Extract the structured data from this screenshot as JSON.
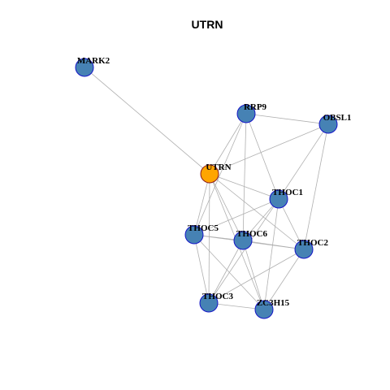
{
  "title": "UTRN",
  "colors": {
    "hub_fill": "#FFA500",
    "hub_stroke": "#8B1A1A",
    "node_fill": "#4682B4",
    "node_stroke": "#1515C8",
    "edge": "#B0B0B0"
  },
  "nodes": [
    {
      "id": "MARK2",
      "label": "MARK2",
      "hub": false
    },
    {
      "id": "RRP9",
      "label": "RRP9",
      "hub": false
    },
    {
      "id": "OBSL1",
      "label": "OBSL1",
      "hub": false
    },
    {
      "id": "UTRN",
      "label": "UTRN",
      "hub": true
    },
    {
      "id": "THOC1",
      "label": "THOC1",
      "hub": false
    },
    {
      "id": "THOC5",
      "label": "THOC5",
      "hub": false
    },
    {
      "id": "THOC6",
      "label": "THOC6",
      "hub": false
    },
    {
      "id": "THOC2",
      "label": "THOC2",
      "hub": false
    },
    {
      "id": "THOC3",
      "label": "THOC3",
      "hub": false
    },
    {
      "id": "ZC3H15",
      "label": "ZC3H15",
      "hub": false
    }
  ],
  "edges": [
    [
      "MARK2",
      "UTRN"
    ],
    [
      "UTRN",
      "RRP9"
    ],
    [
      "UTRN",
      "OBSL1"
    ],
    [
      "UTRN",
      "THOC1"
    ],
    [
      "UTRN",
      "THOC5"
    ],
    [
      "UTRN",
      "THOC6"
    ],
    [
      "UTRN",
      "THOC2"
    ],
    [
      "UTRN",
      "THOC3"
    ],
    [
      "UTRN",
      "ZC3H15"
    ],
    [
      "RRP9",
      "OBSL1"
    ],
    [
      "RRP9",
      "THOC1"
    ],
    [
      "RRP9",
      "THOC5"
    ],
    [
      "RRP9",
      "THOC6"
    ],
    [
      "OBSL1",
      "THOC1"
    ],
    [
      "OBSL1",
      "THOC2"
    ],
    [
      "THOC1",
      "THOC5"
    ],
    [
      "THOC1",
      "THOC6"
    ],
    [
      "THOC1",
      "THOC2"
    ],
    [
      "THOC1",
      "THOC3"
    ],
    [
      "THOC1",
      "ZC3H15"
    ],
    [
      "THOC5",
      "THOC6"
    ],
    [
      "THOC5",
      "THOC2"
    ],
    [
      "THOC5",
      "THOC3"
    ],
    [
      "THOC5",
      "ZC3H15"
    ],
    [
      "THOC6",
      "THOC2"
    ],
    [
      "THOC6",
      "THOC3"
    ],
    [
      "THOC6",
      "ZC3H15"
    ],
    [
      "THOC2",
      "THOC3"
    ],
    [
      "THOC2",
      "ZC3H15"
    ],
    [
      "THOC3",
      "ZC3H15"
    ]
  ]
}
